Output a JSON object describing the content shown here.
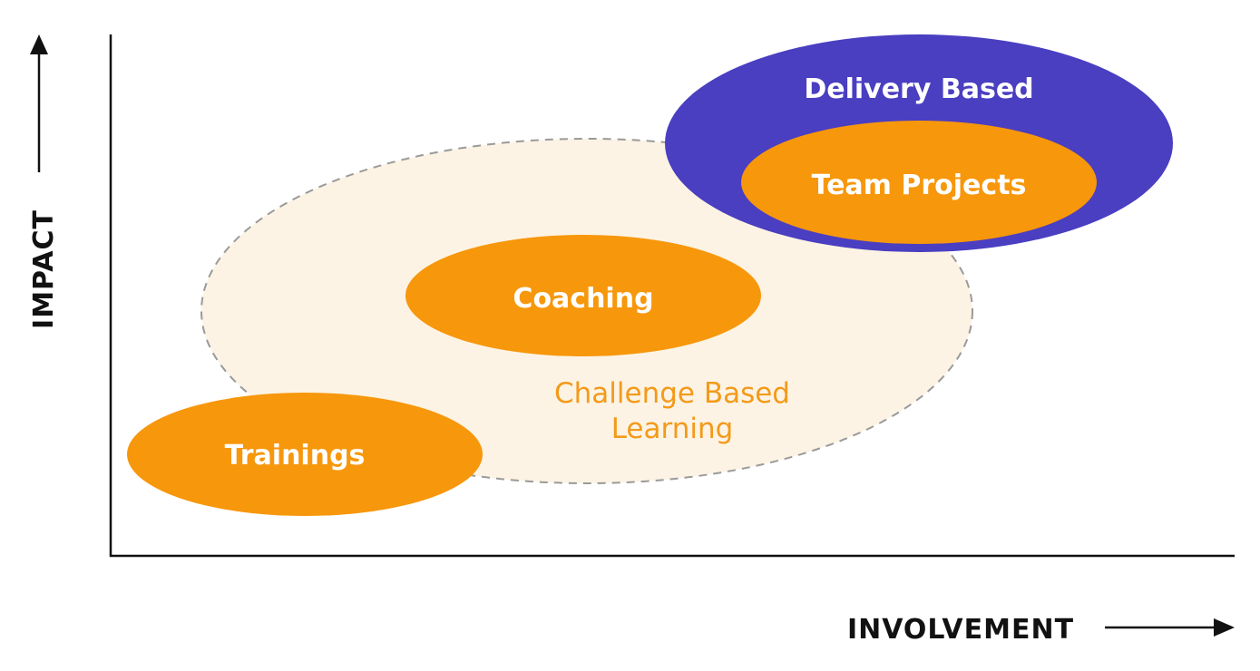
{
  "axes": {
    "y_label": "IMPACT",
    "x_label": "INVOLVEMENT"
  },
  "regions": {
    "challenge_based_learning": {
      "line1": "Challenge Based",
      "line2": "Learning"
    }
  },
  "bubbles": {
    "delivery_based": "Delivery Based",
    "team_projects": "Team Projects",
    "coaching": "Coaching",
    "trainings": "Trainings"
  },
  "colors": {
    "orange": "#f7970b",
    "purple": "#4a3ec1",
    "region_fill": "#fcf3e4",
    "region_stroke": "#9a9a9a",
    "region_text": "#f39a1a",
    "axis": "#111111"
  }
}
